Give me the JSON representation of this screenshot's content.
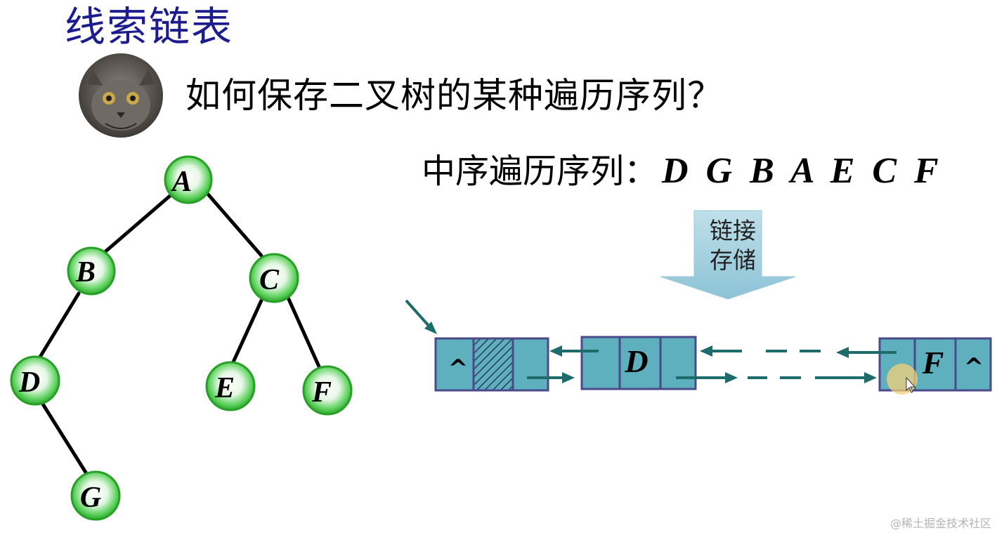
{
  "title": "线索链表",
  "question": "如何保存二叉树的某种遍历序列？",
  "inorder": {
    "label": "中序遍历序列：",
    "sequence": "D G B A E C F"
  },
  "arrow_label": {
    "line1": "链接",
    "line2": "存储"
  },
  "tree": {
    "nodes": {
      "A": "A",
      "B": "B",
      "C": "C",
      "D": "D",
      "E": "E",
      "F": "F",
      "G": "G"
    }
  },
  "list": {
    "first": {
      "left": "^",
      "data": "",
      "right": ""
    },
    "second": {
      "left": "",
      "data": "D",
      "right": ""
    },
    "last": {
      "left": "",
      "data": "F",
      "right": "^"
    }
  },
  "watermark": "@稀土掘金技术社区",
  "colors": {
    "title": "#1c1c8f",
    "node_fill": "#3ec43e",
    "node_stroke": "#1e8f1e",
    "cell_fill": "#5fb0bf",
    "cell_stroke": "#4a4a8a",
    "link_arrow": "#1e6b6b",
    "big_arrow": "#a9d4e2"
  }
}
